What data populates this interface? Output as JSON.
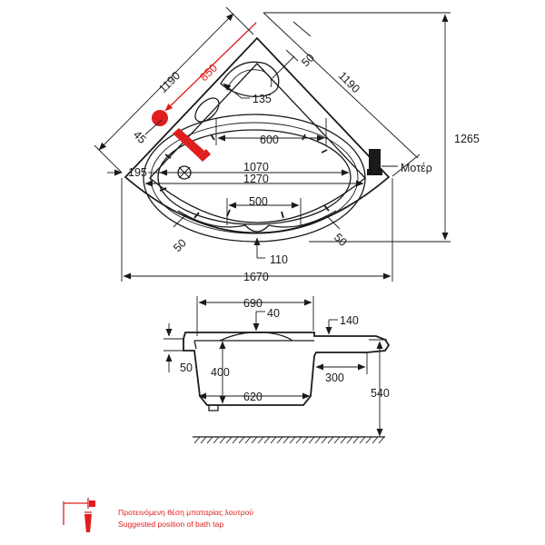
{
  "plan_view": {
    "dimensions": {
      "side_left": "1190",
      "side_right": "1190",
      "tap_distance": "850",
      "rim_top": "50",
      "headrest": "135",
      "tap_offset": "45",
      "basin_top": "600",
      "overall_height": "1265",
      "basin_inner_length": "1070",
      "edge_left": "195",
      "basin_outer_length": "1270",
      "basin_bottom": "500",
      "rim_bottom_left": "50",
      "rim_bottom_right": "50",
      "drain_offset": "110",
      "overall_width": "1670"
    },
    "motor_label": "Μοτέρ"
  },
  "section_view": {
    "dimensions": {
      "top_length": "690",
      "headrest_depth": "40",
      "ledge_width": "140",
      "rim_height": "50",
      "inner_depth": "400",
      "ledge_length": "300",
      "bottom_length": "620",
      "total_height": "540"
    }
  },
  "legend": {
    "label_greek": "Προτεινόμενη θέση μπαταρίας λουτρού",
    "label_english": "Suggested position of bath tap",
    "tap_color": "#e01e1e"
  },
  "colors": {
    "line": "#1a1a1a",
    "accent": "#e01e1e"
  }
}
